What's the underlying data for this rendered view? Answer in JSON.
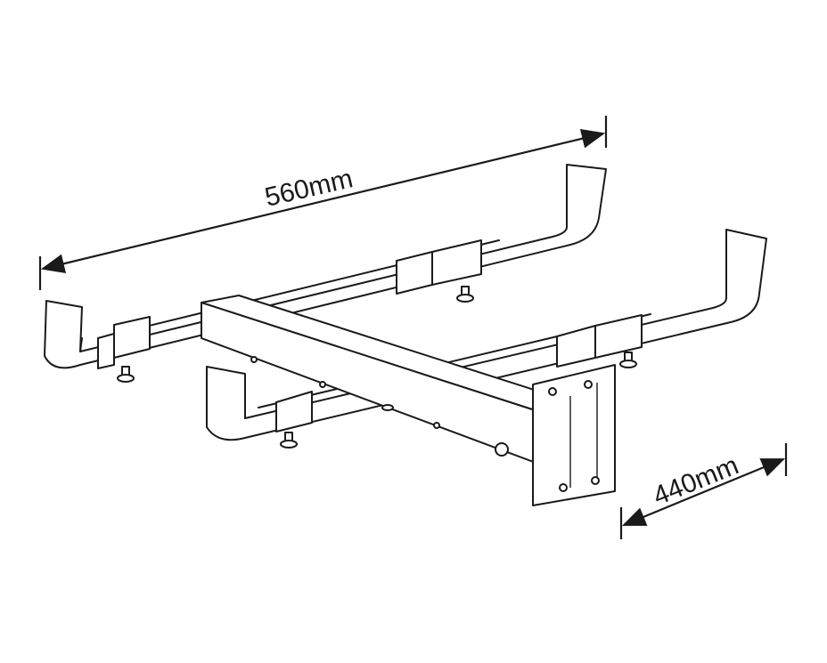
{
  "diagram": {
    "subject": "bracket",
    "dimensions": {
      "length_label": "560mm",
      "depth_label": "440mm"
    },
    "colors": {
      "line": "#1a1a1a",
      "background": "#ffffff"
    }
  }
}
